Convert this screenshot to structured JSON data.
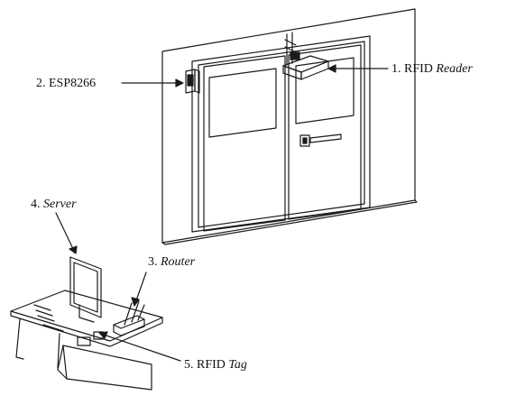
{
  "labels": {
    "reader": {
      "number": "1.",
      "prefix": "RFID",
      "italic": "Reader"
    },
    "esp": {
      "number": "2.",
      "text": "ESP8266"
    },
    "router": {
      "number": "3.",
      "italic": "Router"
    },
    "server": {
      "number": "4.",
      "italic": "Server"
    },
    "tag": {
      "number": "5.",
      "prefix": "RFID",
      "italic": "Tag"
    }
  },
  "colors": {
    "line": "#1a1a1a",
    "background": "#ffffff"
  }
}
